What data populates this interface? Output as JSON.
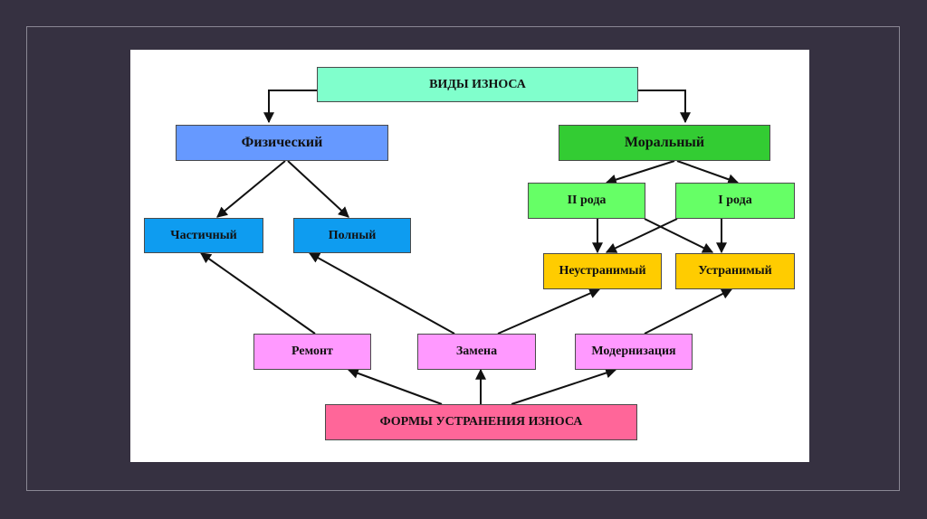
{
  "colors": {
    "page_bg": "#363141",
    "slide_bg": "#ffffff",
    "aqua": "#80ffcc",
    "blue": "#6699ff",
    "sky": "#0e9cf0",
    "green_dark": "#33cc33",
    "green_light": "#66ff66",
    "yellow": "#ffcc00",
    "pink": "#ff99ff",
    "rose": "#ff6699"
  },
  "nodes": {
    "vidy_iznosa": "ВИДЫ  ИЗНОСА",
    "fizicheskiy": "Физический",
    "moralnyy": "Моральный",
    "chastichnyy": "Частичный",
    "polnyy": "Полный",
    "ii_roda": "II рода",
    "i_roda": "I рода",
    "neustranimyy": "Неустранимый",
    "ustranimyy": "Устранимый",
    "remont": "Ремонт",
    "zamena": "Замена",
    "modernizatsiya": "Модернизация",
    "formy_ustraneniya": "ФОРМЫ УСТРАНЕНИЯ  ИЗНОСА"
  }
}
